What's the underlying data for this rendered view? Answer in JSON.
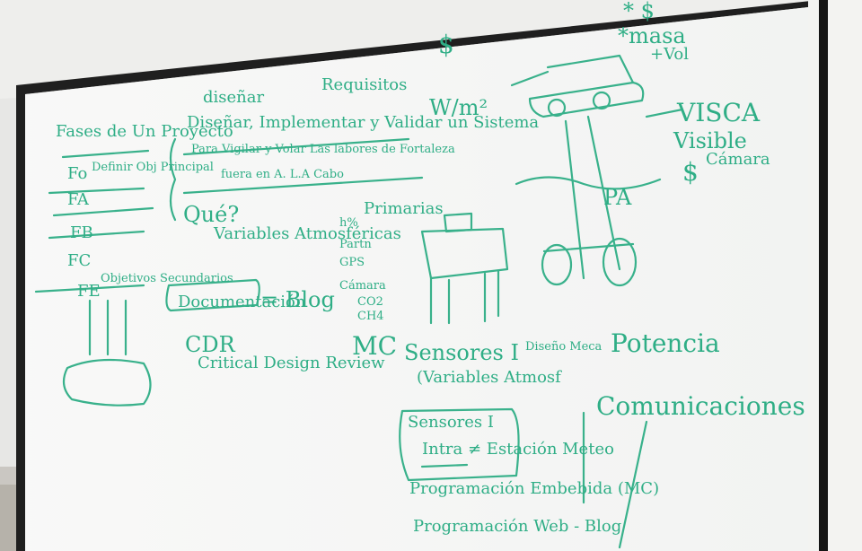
{
  "board": {
    "ink_color": "#2fae86",
    "frame_color": "#1f1f1f",
    "surface_color": "#f6f7f6"
  },
  "left": {
    "title": "Fases de Un Proyecto",
    "phases": [
      "Fo",
      "FA",
      "FB",
      "FC",
      "FE"
    ],
    "notes": [
      "Definir Obj Principal",
      "Objetivos Secundarios"
    ]
  },
  "center": {
    "top_left": "diseñar",
    "top_right": "Requisitos",
    "line1": "Diseñar, Implementar y Validar un Sistema",
    "line2": "Para Vigilar y Volar Las labores de Fortaleza",
    "line3": "fuera en A. L.A Cabo",
    "que": "Qué?",
    "variables": "Variables Atmosféricas",
    "primarias": "Primarias",
    "list": [
      "h%",
      "Partn",
      "GPS",
      "Cámara",
      "CO2",
      "CH4"
    ],
    "documentacion": "Documentación",
    "blog": "= Blog",
    "cdr": "CDR",
    "cdr_full": "Critical Design Review",
    "mc": "MC"
  },
  "right": {
    "dollar1": "$",
    "w_m2": "W/m²",
    "top_list": [
      "* $",
      "*masa",
      "+Vol"
    ],
    "visca": "VISCA",
    "visible": "Visible",
    "camara": "Cámara",
    "dollar2": "$",
    "pa": "PA",
    "potencia": "Potencia",
    "comunicaciones": "Comunicaciones",
    "sensores": "Sensores I",
    "diseno": "Diseño Meca",
    "variables": "(Variables Atmosf",
    "sensores_box": "Sensores I",
    "intra": "Intra ≠ Estación Meteo",
    "prog1": "Programación Embebida (MC)",
    "prog2": "Programación Web - Blog"
  }
}
